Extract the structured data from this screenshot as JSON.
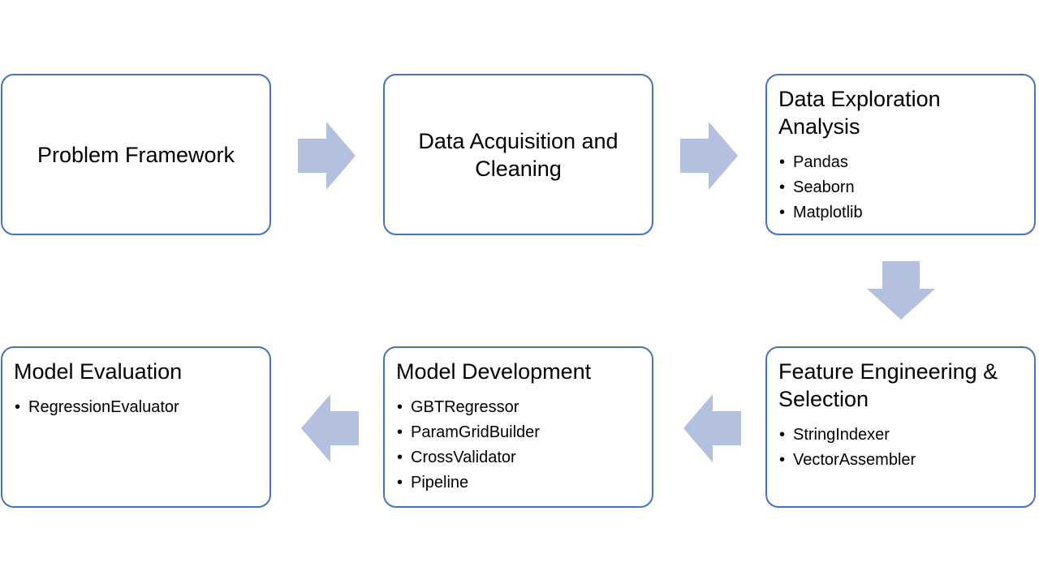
{
  "colors": {
    "box_border": "#4472c4",
    "arrow_fill": "#b4c0e0",
    "background": "#ffffff"
  },
  "steps": [
    {
      "title": "Problem Framework",
      "bullets": []
    },
    {
      "title": "Data Acquisition and Cleaning",
      "bullets": []
    },
    {
      "title": "Data Exploration Analysis",
      "bullets": [
        "Pandas",
        "Seaborn",
        "Matplotlib"
      ]
    },
    {
      "title": "Feature Engineering & Selection",
      "bullets": [
        "StringIndexer",
        "VectorAssembler"
      ]
    },
    {
      "title": "Model Development",
      "bullets": [
        "GBTRegressor",
        "ParamGridBuilder",
        "CrossValidator",
        "Pipeline"
      ]
    },
    {
      "title": "Model Evaluation",
      "bullets": [
        "RegressionEvaluator"
      ]
    }
  ],
  "bullet_glyph": "•",
  "arrows": [
    {
      "from": "Problem Framework",
      "to": "Data Acquisition and Cleaning",
      "direction": "right"
    },
    {
      "from": "Data Acquisition and Cleaning",
      "to": "Data Exploration Analysis",
      "direction": "right"
    },
    {
      "from": "Data Exploration Analysis",
      "to": "Feature Engineering & Selection",
      "direction": "down"
    },
    {
      "from": "Feature Engineering & Selection",
      "to": "Model Development",
      "direction": "left"
    },
    {
      "from": "Model Development",
      "to": "Model Evaluation",
      "direction": "left"
    }
  ]
}
